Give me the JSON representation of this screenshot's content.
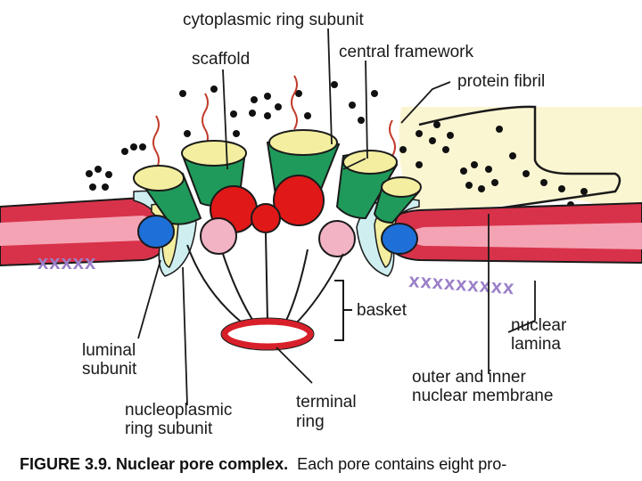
{
  "labels": {
    "cytoplasmic_ring_subunit": "cytoplasmic ring subunit",
    "scaffold": "scaffold",
    "central_framework": "central framework",
    "protein_fibril": "protein fibril",
    "basket": "basket",
    "luminal_subunit_1": "luminal",
    "luminal_subunit_2": "subunit",
    "nucleoplasmic_ring_subunit_1": "nucleoplasmic",
    "nucleoplasmic_ring_subunit_2": "ring subunit",
    "terminal_ring_1": "terminal",
    "terminal_ring_2": "ring",
    "nuclear_lamina_1": "nuclear",
    "nuclear_lamina_2": "lamina",
    "membrane_1": "outer and inner",
    "membrane_2": "nuclear membrane"
  },
  "lamina_marks": {
    "left": "xxxxx",
    "right": "xxxxxxxxx"
  },
  "caption": {
    "figure": "FIGURE 3.9. Nuclear pore complex.",
    "text": "Each pore contains eight pro-"
  },
  "colors": {
    "membrane": "#d8324a",
    "membrane_light": "#f4a3b4",
    "cytoplasm": "#fbf6d2",
    "scaffold_green": "#1f9a5a",
    "ring_yellow": "#f4efa0",
    "central_red": "#e01818",
    "pink": "#f2b3c4",
    "blue": "#1f6fd8",
    "lamina_x": "#9a7fc8"
  }
}
